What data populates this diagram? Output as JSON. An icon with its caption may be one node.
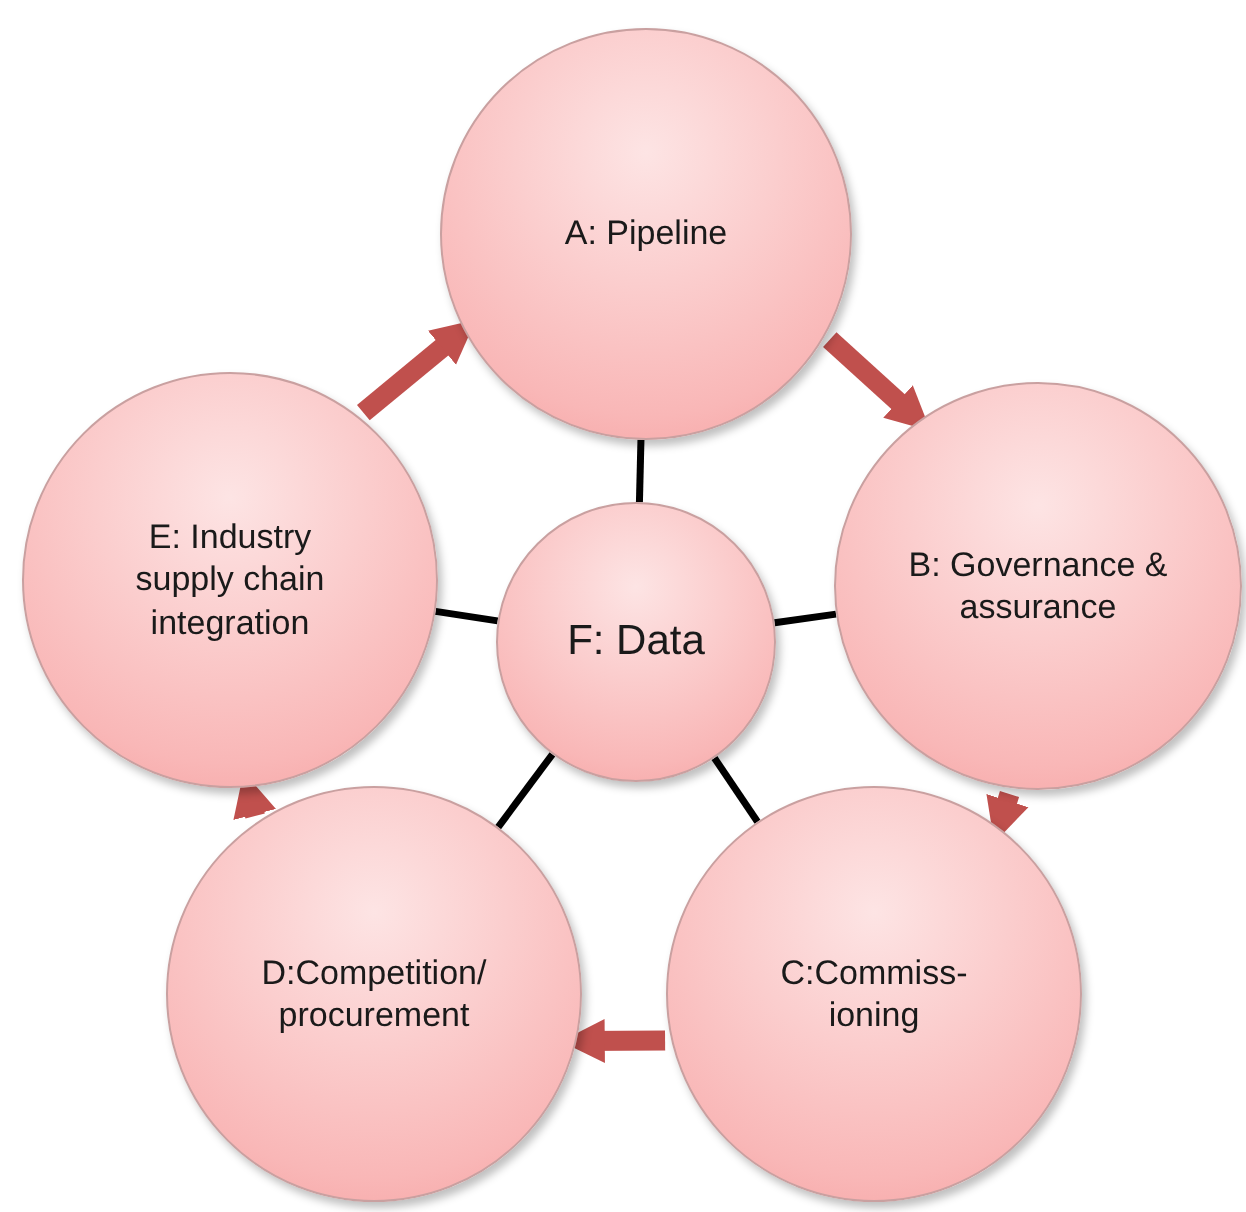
{
  "diagram": {
    "nodes": [
      {
        "text": [
          "A: Pipeline"
        ]
      },
      {
        "text": [
          "B: Governance & assurance"
        ]
      },
      {
        "text": [
          "C:Commiss- ioning"
        ]
      },
      {
        "text": [
          "D:Competition/ procurement"
        ]
      },
      {
        "text": [
          "E: Industry supply chain integration"
        ]
      },
      {
        "text": [
          "F: Data"
        ]
      }
    ],
    "edges": [
      {
        "from": 0,
        "to": 1,
        "arrow": "to",
        "style": "thick"
      },
      {
        "from": 1,
        "to": 2,
        "arrow": "to",
        "style": "thick"
      },
      {
        "from": 2,
        "to": 3,
        "arrow": "to",
        "style": "thick"
      },
      {
        "from": 3,
        "to": 4,
        "arrow": "to",
        "style": "thick"
      },
      {
        "from": 4,
        "to": 0,
        "arrow": "to",
        "style": "thick"
      },
      {
        "from": 5,
        "to": 0,
        "arrow": "none",
        "color": "#000000"
      },
      {
        "from": 5,
        "to": 1,
        "arrow": "none",
        "color": "#000000"
      },
      {
        "from": 5,
        "to": 2,
        "arrow": "none",
        "color": "#000000"
      },
      {
        "from": 5,
        "to": 3,
        "arrow": "none",
        "color": "#000000"
      },
      {
        "from": 5,
        "to": 4,
        "arrow": "none",
        "color": "#000000"
      }
    ]
  }
}
